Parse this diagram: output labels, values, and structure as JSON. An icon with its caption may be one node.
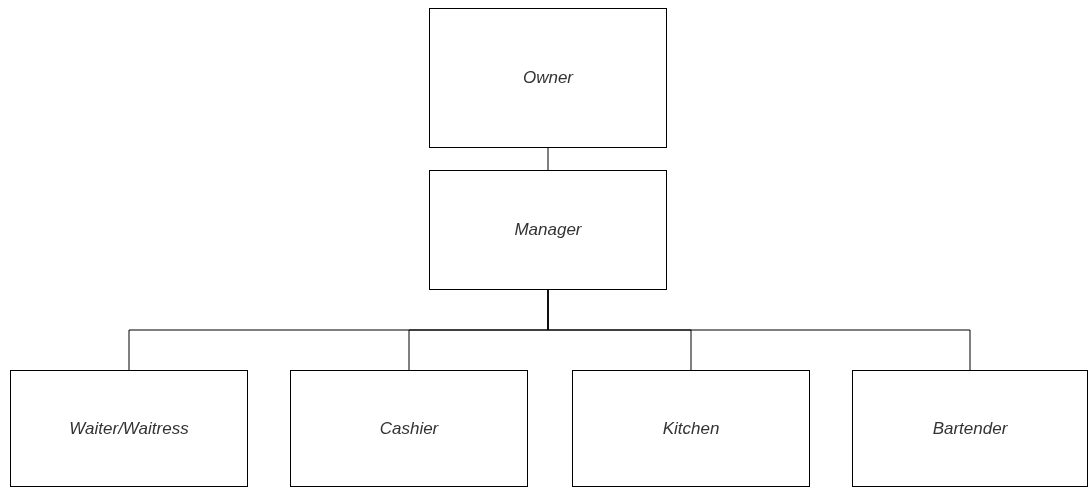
{
  "diagram": {
    "nodes": [
      {
        "text": [
          "Owner"
        ]
      },
      {
        "text": [
          "Manager"
        ]
      },
      {
        "text": [
          "Waiter/Waitress"
        ]
      },
      {
        "text": [
          "Cashier"
        ]
      },
      {
        "text": [
          "Kitchen"
        ]
      },
      {
        "text": [
          "Bartender"
        ]
      }
    ],
    "edges": [
      {
        "from": 0,
        "to": 1,
        "arrow": "none"
      },
      {
        "from": 1,
        "to": 2,
        "arrow": "none"
      },
      {
        "from": 1,
        "to": 3,
        "arrow": "none"
      },
      {
        "from": 1,
        "to": 4,
        "arrow": "none"
      },
      {
        "from": 1,
        "to": 5,
        "arrow": "none"
      }
    ]
  }
}
